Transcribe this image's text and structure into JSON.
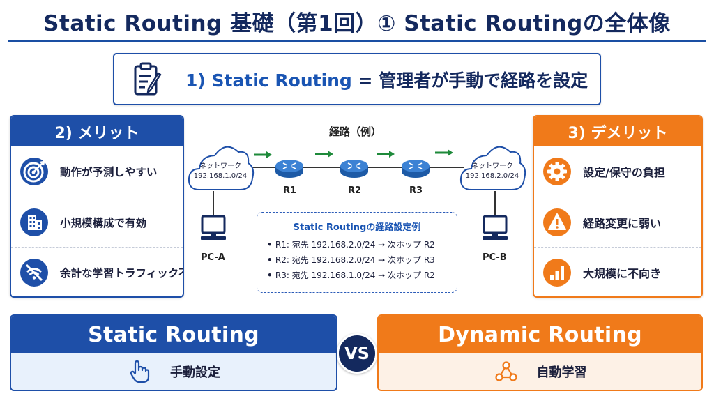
{
  "title": "Static Routing 基礎（第1回）① Static Routingの全体像",
  "definition": {
    "term": "1) Static Routing",
    "equals": " = ",
    "desc": "管理者が手動で経路を設定"
  },
  "merits": {
    "heading": "2) メリット",
    "items": [
      {
        "icon": "target-icon",
        "label": "動作が予測しやすい"
      },
      {
        "icon": "building-icon",
        "label": "小規模構成で有効"
      },
      {
        "icon": "no-traffic-icon",
        "label": "余計な学習トラフィック不要"
      }
    ]
  },
  "demerits": {
    "heading": "3) デメリット",
    "items": [
      {
        "icon": "gear-icon",
        "label": "設定/保守の負担"
      },
      {
        "icon": "warning-icon",
        "label": "経路変更に弱い"
      },
      {
        "icon": "bar-chart-icon",
        "label": "大規模に不向き"
      }
    ]
  },
  "diagram": {
    "route_title": "経路（例）",
    "left_cloud": {
      "label": "ネットワーク",
      "subnet": "192.168.1.0/24"
    },
    "right_cloud": {
      "label": "ネットワーク",
      "subnet": "192.168.2.0/24"
    },
    "routers": [
      "R1",
      "R2",
      "R3"
    ],
    "hosts": [
      "PC-A",
      "PC-B"
    ],
    "example": {
      "title": "Static Routingの経路設定例",
      "lines": [
        "R1: 宛先 192.168.2.0/24 → 次ホップ R2",
        "R2: 宛先 192.168.2.0/24 → 次ホップ R3",
        "R3: 宛先 192.168.1.0/24 → 次ホップ R2"
      ]
    }
  },
  "compare": {
    "static": {
      "heading": "Static Routing",
      "label": "手動設定",
      "icon": "hand-pointer-icon"
    },
    "vs": "VS",
    "dynamic": {
      "heading": "Dynamic Routing",
      "label": "自動学習",
      "icon": "network-nodes-icon"
    }
  },
  "colors": {
    "navy": "#14295e",
    "blue": "#1e4fa8",
    "orange": "#f07a1a",
    "arrow_green": "#1e8a3a",
    "router_blue": "#2b6fc2"
  }
}
